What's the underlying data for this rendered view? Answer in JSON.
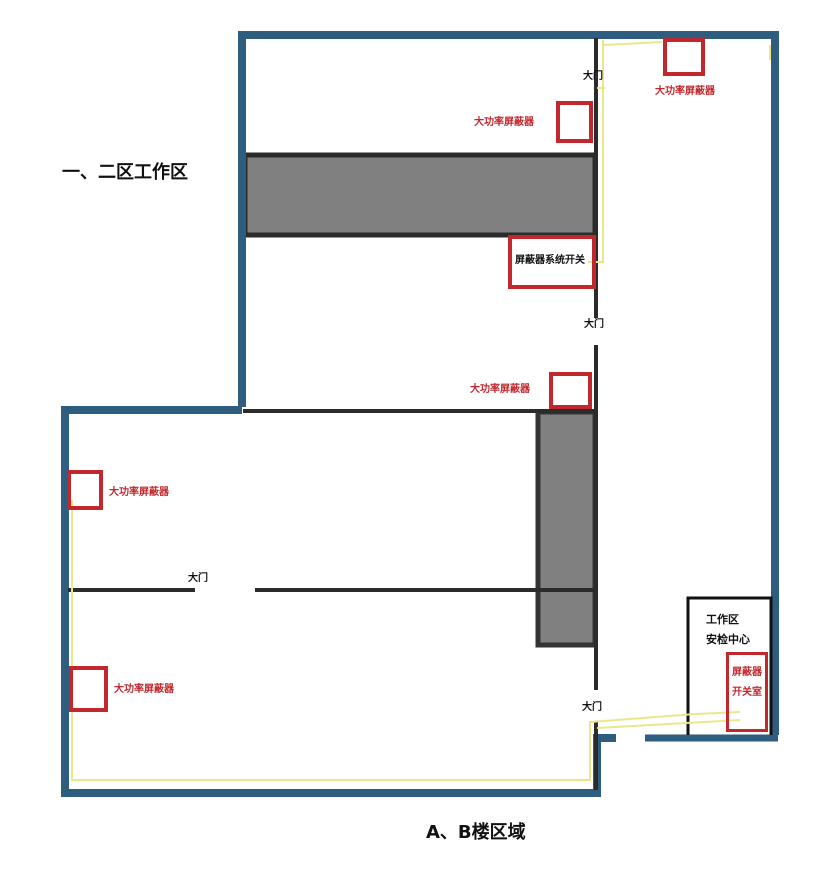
{
  "title_zone12": "一、二区工作区",
  "title_zoneAB": "A、B楼区域",
  "labels": {
    "jammer": "大功率屏蔽器",
    "door": "大门",
    "switch_box": "屏蔽器系统开关",
    "work_area": "工作区",
    "security_center": "安检中心",
    "switch_room_1": "屏蔽器",
    "switch_room_2": "开关室"
  },
  "colors": {
    "outer_wall": "#2f5d80",
    "inner_wall": "#2b2b2b",
    "block_fill": "#808080",
    "jammer": "#c0282d",
    "cable": "#e8e88a"
  }
}
